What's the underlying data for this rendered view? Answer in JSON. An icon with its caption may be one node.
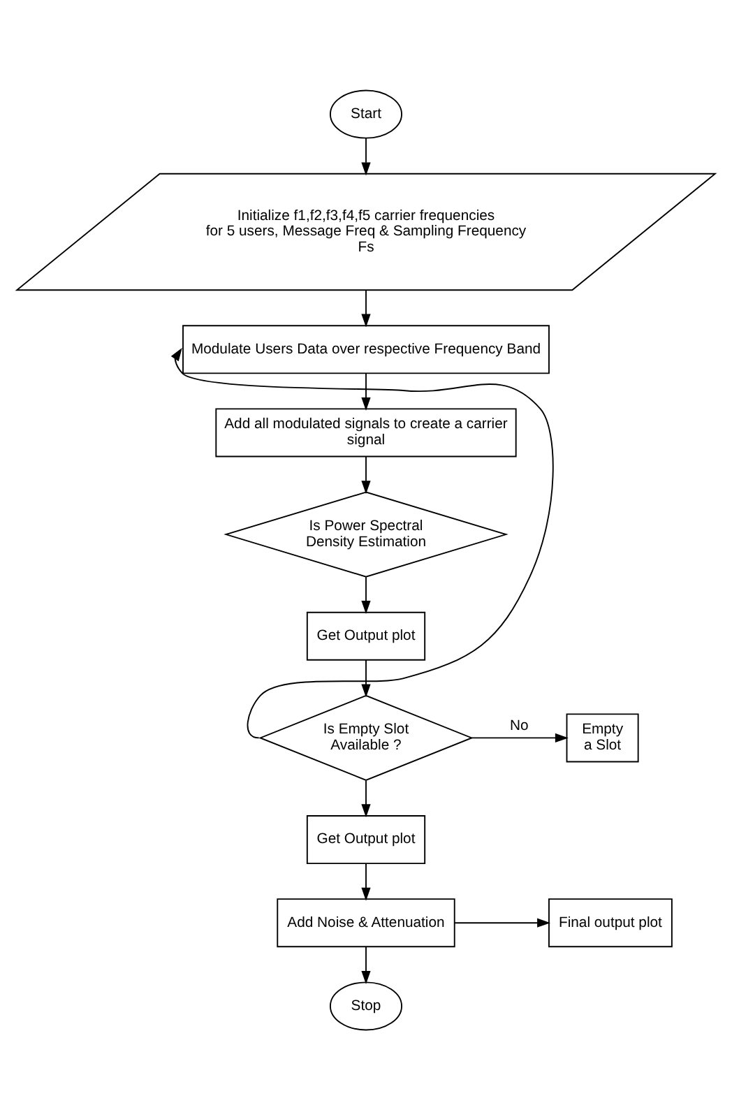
{
  "diagram": {
    "nodes": [
      {
        "text": [
          "Start"
        ]
      },
      {
        "text": [
          "Initialize f1,f2,f3,f4,f5 carrier frequencies for 5 users, Message Freq & Sampling Frequency Fs"
        ]
      },
      {
        "text": [
          "Modulate Users Data over respective Frequency Band"
        ]
      },
      {
        "text": [
          "Add all modulated signals to create a carrier signal"
        ]
      },
      {
        "text": [
          "Is Power Spectral Density Estimation"
        ]
      },
      {
        "text": [
          "Get Output plot"
        ]
      },
      {
        "text": [
          "Is Empty Slot Available ?"
        ]
      },
      {
        "text": [
          "Empty a Slot"
        ]
      },
      {
        "text": [
          "Get Output plot"
        ]
      },
      {
        "text": [
          "Add Noise & Attenuation"
        ]
      },
      {
        "text": [
          "Final output plot"
        ]
      },
      {
        "text": [
          "Stop"
        ]
      }
    ],
    "edges": [
      {
        "from": 0,
        "to": 1,
        "arrow": "to"
      },
      {
        "from": 1,
        "to": 2,
        "arrow": "to"
      },
      {
        "from": 2,
        "to": 3,
        "arrow": "to"
      },
      {
        "from": 3,
        "to": 4,
        "arrow": "to"
      },
      {
        "from": 4,
        "to": 5,
        "arrow": "to"
      },
      {
        "from": 5,
        "to": 6,
        "arrow": "to"
      },
      {
        "from": 6,
        "to": 7,
        "arrow": "to",
        "label": "No"
      },
      {
        "from": 6,
        "to": 2,
        "arrow": "to"
      },
      {
        "from": 6,
        "to": 8,
        "arrow": "to"
      },
      {
        "from": 8,
        "to": 9,
        "arrow": "to"
      },
      {
        "from": 9,
        "to": 10,
        "arrow": "to"
      },
      {
        "from": 9,
        "to": 11,
        "arrow": "to"
      }
    ]
  }
}
